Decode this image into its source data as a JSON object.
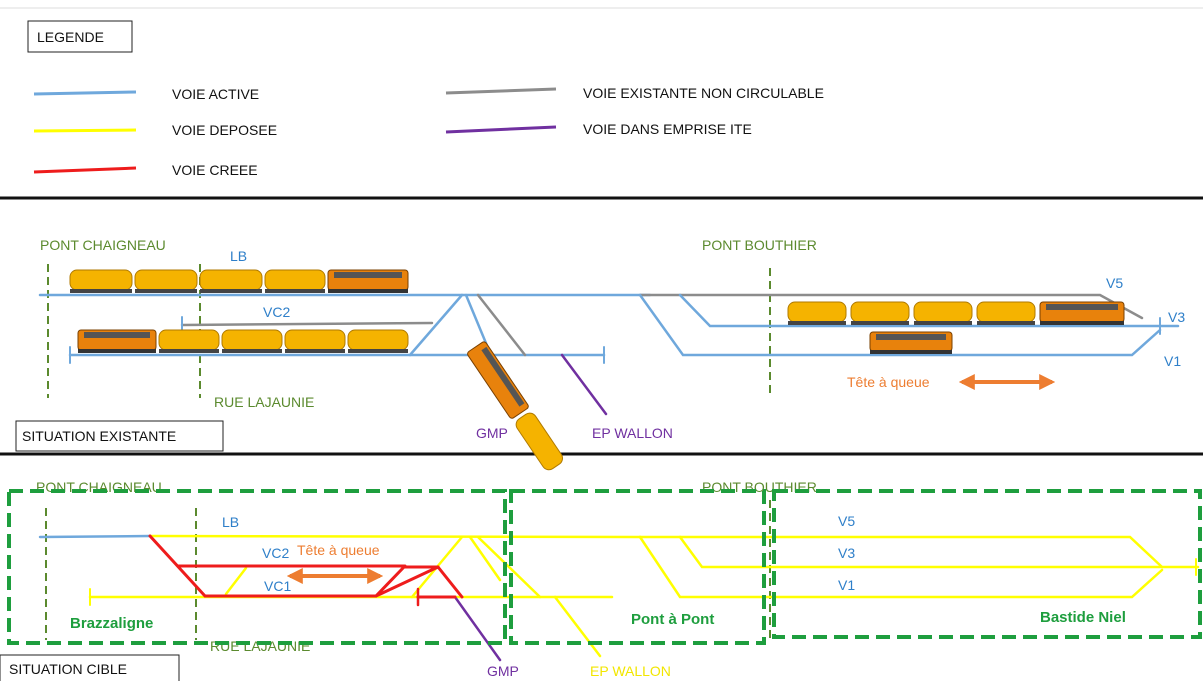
{
  "colors": {
    "active": "#6fa8dc",
    "deposee": "#ffff00",
    "creee": "#ee1c1c",
    "non_circulable": "#8c8c8c",
    "emprise_ite": "#7030a0",
    "zone": "#1e9e3e",
    "green_label": "#5b8a2e",
    "train_body": "#f5b300",
    "loco_body": "#e8820c"
  },
  "legend": {
    "title": "LEGENDE",
    "items": [
      {
        "key": "active",
        "label": "VOIE ACTIVE"
      },
      {
        "key": "deposee",
        "label": "VOIE DEPOSEE"
      },
      {
        "key": "creee",
        "label": "VOIE CREEE"
      },
      {
        "key": "non_circulable",
        "label": "VOIE EXISTANTE NON CIRCULABLE"
      },
      {
        "key": "emprise_ite",
        "label": "VOIE DANS EMPRISE ITE"
      }
    ]
  },
  "existing": {
    "title": "SITUATION EXISTANTE",
    "pont_chaigneau": "PONT CHAIGNEAU",
    "pont_bouthier": "PONT BOUTHIER",
    "rue_lajaunie": "RUE LAJAUNIE",
    "track_lb": "LB",
    "track_vc2": "VC2",
    "track_v5": "V5",
    "track_v3": "V3",
    "track_v1": "V1",
    "gmp": "GMP",
    "ep_wallon": "EP WALLON",
    "tete_a_queue": "Tête à queue"
  },
  "target": {
    "title": "SITUATION CIBLE",
    "pont_chaigneau": "PONT CHAIGNEAU",
    "pont_bouthier": "PONT BOUTHIER",
    "rue_lajaunie": "RUE LAJAUNIE",
    "track_lb": "LB",
    "track_vc2": "VC2",
    "track_vc1": "VC1",
    "track_v5": "V5",
    "track_v3": "V3",
    "track_v1": "V1",
    "gmp": "GMP",
    "ep_wallon": "EP WALLON",
    "tete_a_queue": "Tête à queue",
    "zones": [
      "Brazzaligne",
      "Pont à Pont",
      "Bastide Niel"
    ]
  }
}
